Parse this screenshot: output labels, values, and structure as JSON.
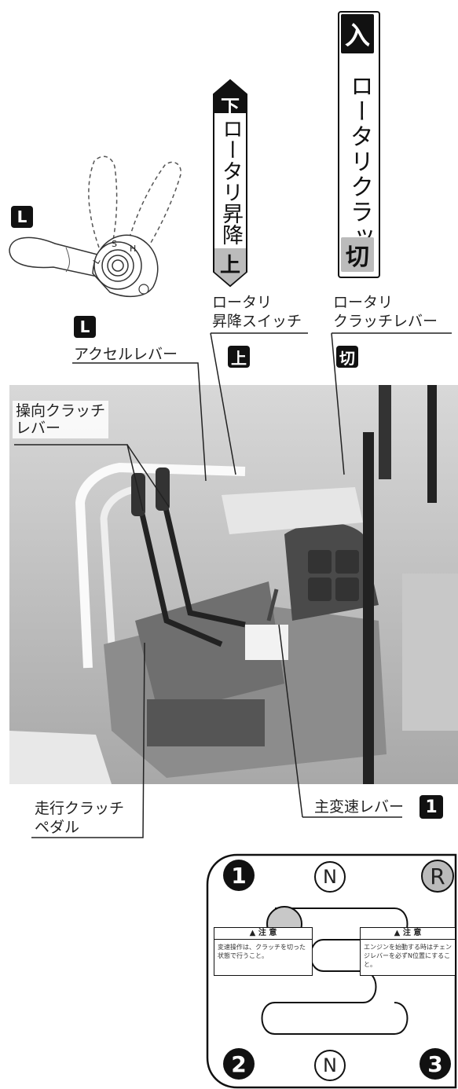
{
  "rotary_clutch_indicator": {
    "top": "入",
    "label": "ロータリクラッチ",
    "bottom": "切"
  },
  "rotary_lift_indicator": {
    "top": "下",
    "label": "ロータリ昇降",
    "bottom": "上"
  },
  "accelerator_badge_top": "L",
  "accelerator_lever": {
    "badge": "L",
    "label": "アクセルレバー"
  },
  "rotary_lift_switch": {
    "line1": "ロータリ",
    "line2": "昇降スイッチ",
    "badge": "上"
  },
  "rotary_clutch_lever": {
    "line1": "ロータリ",
    "line2": "クラッチレバー",
    "badge": "切"
  },
  "steering_clutch_lever": {
    "line1": "操向クラッチ",
    "line2": "レバー"
  },
  "travel_clutch_pedal": {
    "line1": "走行クラッチ",
    "line2": "ペダル"
  },
  "main_shift_lever": {
    "label": "主変速レバー",
    "badge": "1"
  },
  "dial_marks": {
    "l": "L",
    "s": "S",
    "h": "H"
  },
  "shift_gate": {
    "pos1": "1",
    "pos2": "2",
    "pos3": "3",
    "neutral_top": "N",
    "neutral_bottom": "N",
    "reverse": "R",
    "caution_left": {
      "title": "注 意",
      "body": "変速操作は、クラッチを切った状態で行うこと。"
    },
    "caution_right": {
      "title": "注 意",
      "body": "エンジンを始動する時はチェンジレバーを必ずN位置にすること。"
    }
  }
}
